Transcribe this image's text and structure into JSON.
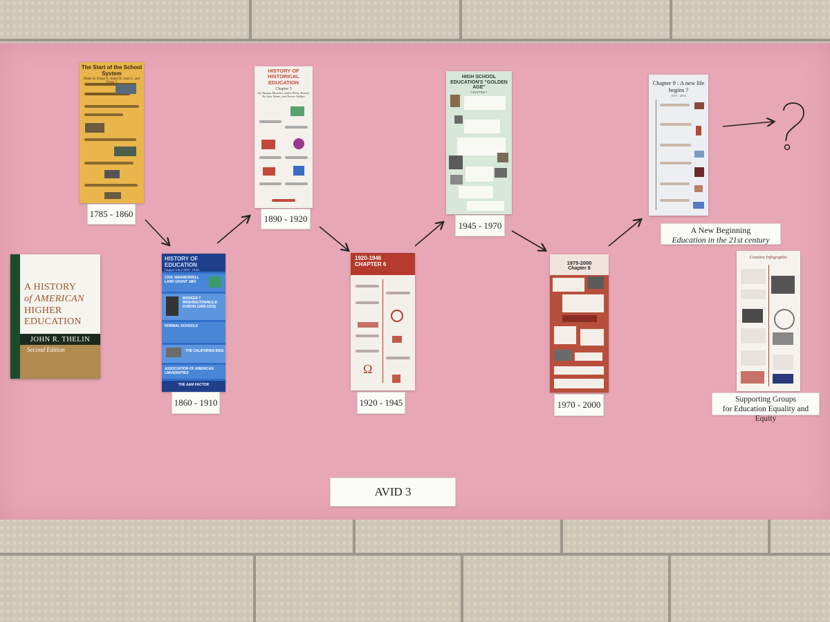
{
  "timeline_dates": {
    "d1": "1785 - 1860",
    "d2": "1860 - 1910",
    "d3": "1890 - 1920",
    "d4": "1920 - 1945",
    "d5": "1945 - 1970",
    "d6": "1970 - 2000"
  },
  "posters": {
    "p1": {
      "title": "The Start of the School System",
      "subtitle": "Made by Diego E, Aiden R, Sean C, and Victor T"
    },
    "p2": {
      "title": "HISTORY OF EDUCATION",
      "subtitle": "Chapter 3 & 4 1850 - 1910s",
      "items": [
        "CIVIL WAR/MORRILL LAND GRANT 1862",
        "BOOKER T WASHINGTON/W.E.B DUBOIS (1856-1915)",
        "NORMAL SCHOOLS",
        "THE CALIFORNIA IDEA",
        "ASSOCIATION OF AMERICAN UNIVERSITIES",
        "THE A&M FACTOR"
      ]
    },
    "p3": {
      "title": "HISTORY OF HISTORICAL EDUCATION",
      "chapter": "Chapter 5",
      "authors": "By Tatiana Morales, Jaden Pleta, Roman No Last Name, and Trevor Walker"
    },
    "p4": {
      "title": "1920-1946",
      "chapter": "CHAPTER 6"
    },
    "p5": {
      "title": "HIGH SCHOOL EDUCATION'S \"GOLDEN AGE\"",
      "chapter": "CHAPTER 7"
    },
    "p6": {
      "title": "1975-2000",
      "chapter": "Chapter 8"
    },
    "p7": {
      "title": "Chapter 9 : A new life begins ?",
      "years": "1975 - 2016"
    },
    "p8": {
      "title": "Creative Infographic"
    }
  },
  "book": {
    "title_line1": "A HISTORY",
    "title_line2": "of AMERICAN",
    "title_line3": "HIGHER",
    "title_line4": "EDUCATION",
    "author": "JOHN R. THELIN",
    "edition": "Second Edition"
  },
  "labels": {
    "new_beginning_line1": "A New Beginning",
    "new_beginning_line2": "Education in the 21st century",
    "supporting_line1": "Supporting Groups",
    "supporting_line2": "for Education Equality and Equity",
    "class_name": "AVID 3"
  },
  "colors": {
    "paper": "#e8a7b6",
    "poster1": "#e9b64c",
    "poster2": "#2f6fc9",
    "poster4": "#b33a2c",
    "poster5": "#d7e7d9",
    "poster6": "#b84f3c"
  }
}
